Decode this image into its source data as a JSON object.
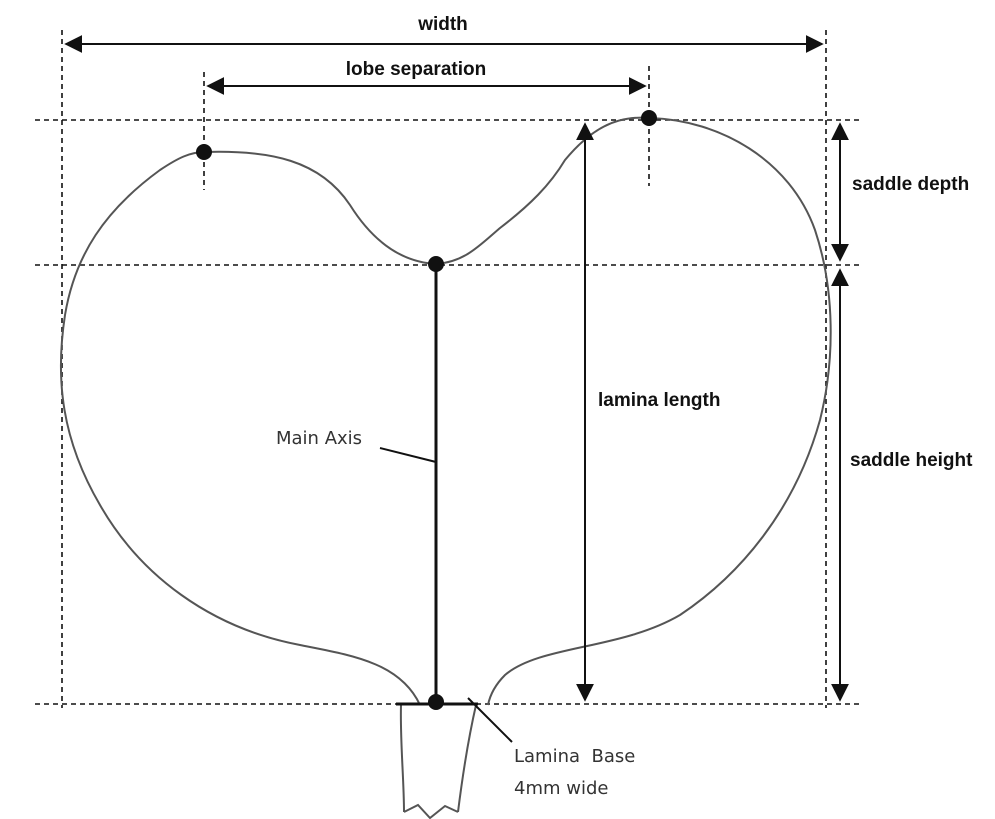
{
  "labels": {
    "width": "width",
    "lobe_separation": "lobe separation",
    "saddle_depth": "saddle depth",
    "saddle_height": "saddle height",
    "lamina_length": "lamina length",
    "main_axis": "Main Axis",
    "lamina_base_line1": "Lamina  Base",
    "lamina_base_line2": "4mm wide"
  },
  "colors": {
    "line": "#111111",
    "outline": "#555555",
    "background": "#ffffff"
  }
}
